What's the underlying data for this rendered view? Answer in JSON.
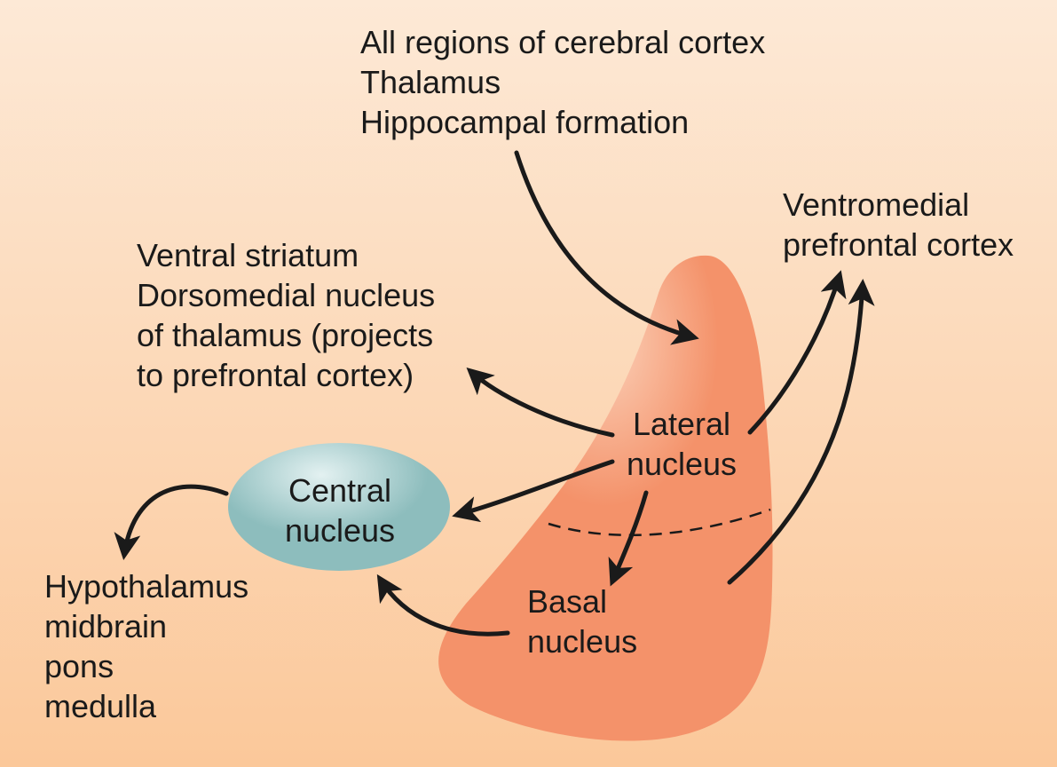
{
  "colors": {
    "background_top": "#fde9d6",
    "background_bottom": "#fbc89a",
    "amygdala_fill": "#f4926a",
    "amygdala_highlight": "#fbd0b8",
    "central_nucleus_fill": "#8dbdbd",
    "central_nucleus_highlight": "#e3f1f1",
    "arrow": "#1a1a1a",
    "text": "#1a1a1a"
  },
  "labels": {
    "cortical_inputs": [
      "All regions of cerebral cortex",
      "Thalamus",
      "Hippocampal formation"
    ],
    "ventromedial": [
      "Ventromedial",
      "prefrontal cortex"
    ],
    "striatum": [
      "Ventral striatum",
      "Dorsomedial nucleus",
      "of thalamus (projects",
      "to prefrontal cortex)"
    ],
    "lateral_nucleus": [
      "Lateral",
      "nucleus"
    ],
    "central_nucleus": [
      "Central",
      "nucleus"
    ],
    "basal_nucleus": [
      "Basal",
      "nucleus"
    ],
    "brainstem_targets": [
      "Hypothalamus",
      "midbrain",
      "pons",
      "medulla"
    ]
  }
}
